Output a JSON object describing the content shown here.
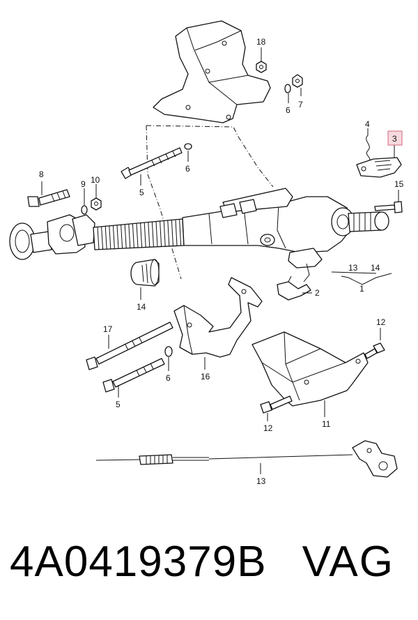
{
  "diagram": {
    "highlighted_callout": "3",
    "highlight_color": "#f6d9df",
    "callouts": [
      "18",
      "6",
      "7",
      "5",
      "6",
      "8",
      "9",
      "10",
      "4",
      "3",
      "15",
      "13",
      "14",
      "1",
      "2",
      "14",
      "17",
      "6",
      "16",
      "5",
      "12",
      "12",
      "11",
      "13"
    ]
  },
  "footer": {
    "part_number": "4A0419379B",
    "brand": "VAG"
  }
}
